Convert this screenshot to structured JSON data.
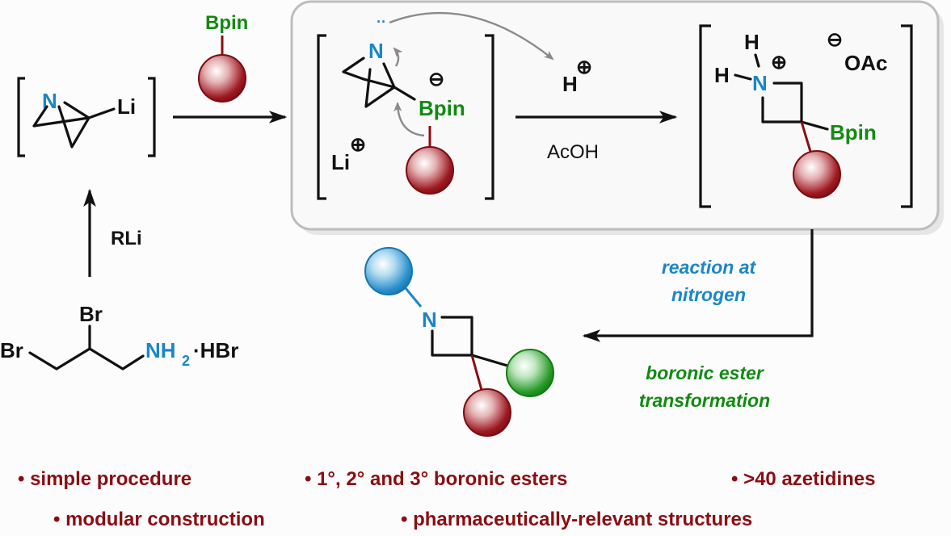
{
  "diagram": {
    "title": "Azetidine synthesis via strain-release of azabicyclo[1.1.0]butyl lithium with boronic esters",
    "colors": {
      "nitrogen": "#1a86c8",
      "boron": "#128a12",
      "ink": "#111111",
      "substituent_red": "#8b0d12",
      "substituent_blue": "#1a86c8",
      "substituent_green": "#128a12",
      "feature_text": "#8b0d12",
      "curly_arrow": "#8a8a8a"
    },
    "starting_material": {
      "br_top": "Br",
      "br_left": "Br",
      "amine": "NH",
      "amine_sub": "2",
      "salt": "·HBr"
    },
    "step1": {
      "reagent": "RLi"
    },
    "abb_lithium": {
      "n": "N",
      "li": "Li"
    },
    "step2": {
      "reagent_label": "Bpin"
    },
    "ate_complex": {
      "n": "N",
      "lone_pair": "··",
      "bpin": "Bpin",
      "anion_charge": "⊖",
      "li": "Li",
      "cation_charge": "⊕"
    },
    "step3": {
      "proton": "H",
      "proton_charge": "⊕",
      "reagent": "AcOH"
    },
    "azetidinium": {
      "h_top": "H",
      "h_left": "H",
      "n": "N",
      "n_charge": "⊕",
      "counterion": "OAc",
      "counterion_charge": "⊖",
      "bpin": "Bpin"
    },
    "step4": {
      "label_nitrogen": [
        "reaction at",
        "nitrogen"
      ],
      "label_boron": [
        "boronic ester",
        "transformation"
      ]
    },
    "product": {
      "n": "N"
    },
    "features": [
      "• simple procedure",
      "• 1°, 2° and 3° boronic esters",
      "• >40 azetidines",
      "• modular construction",
      "• pharmaceutically-relevant structures"
    ]
  }
}
